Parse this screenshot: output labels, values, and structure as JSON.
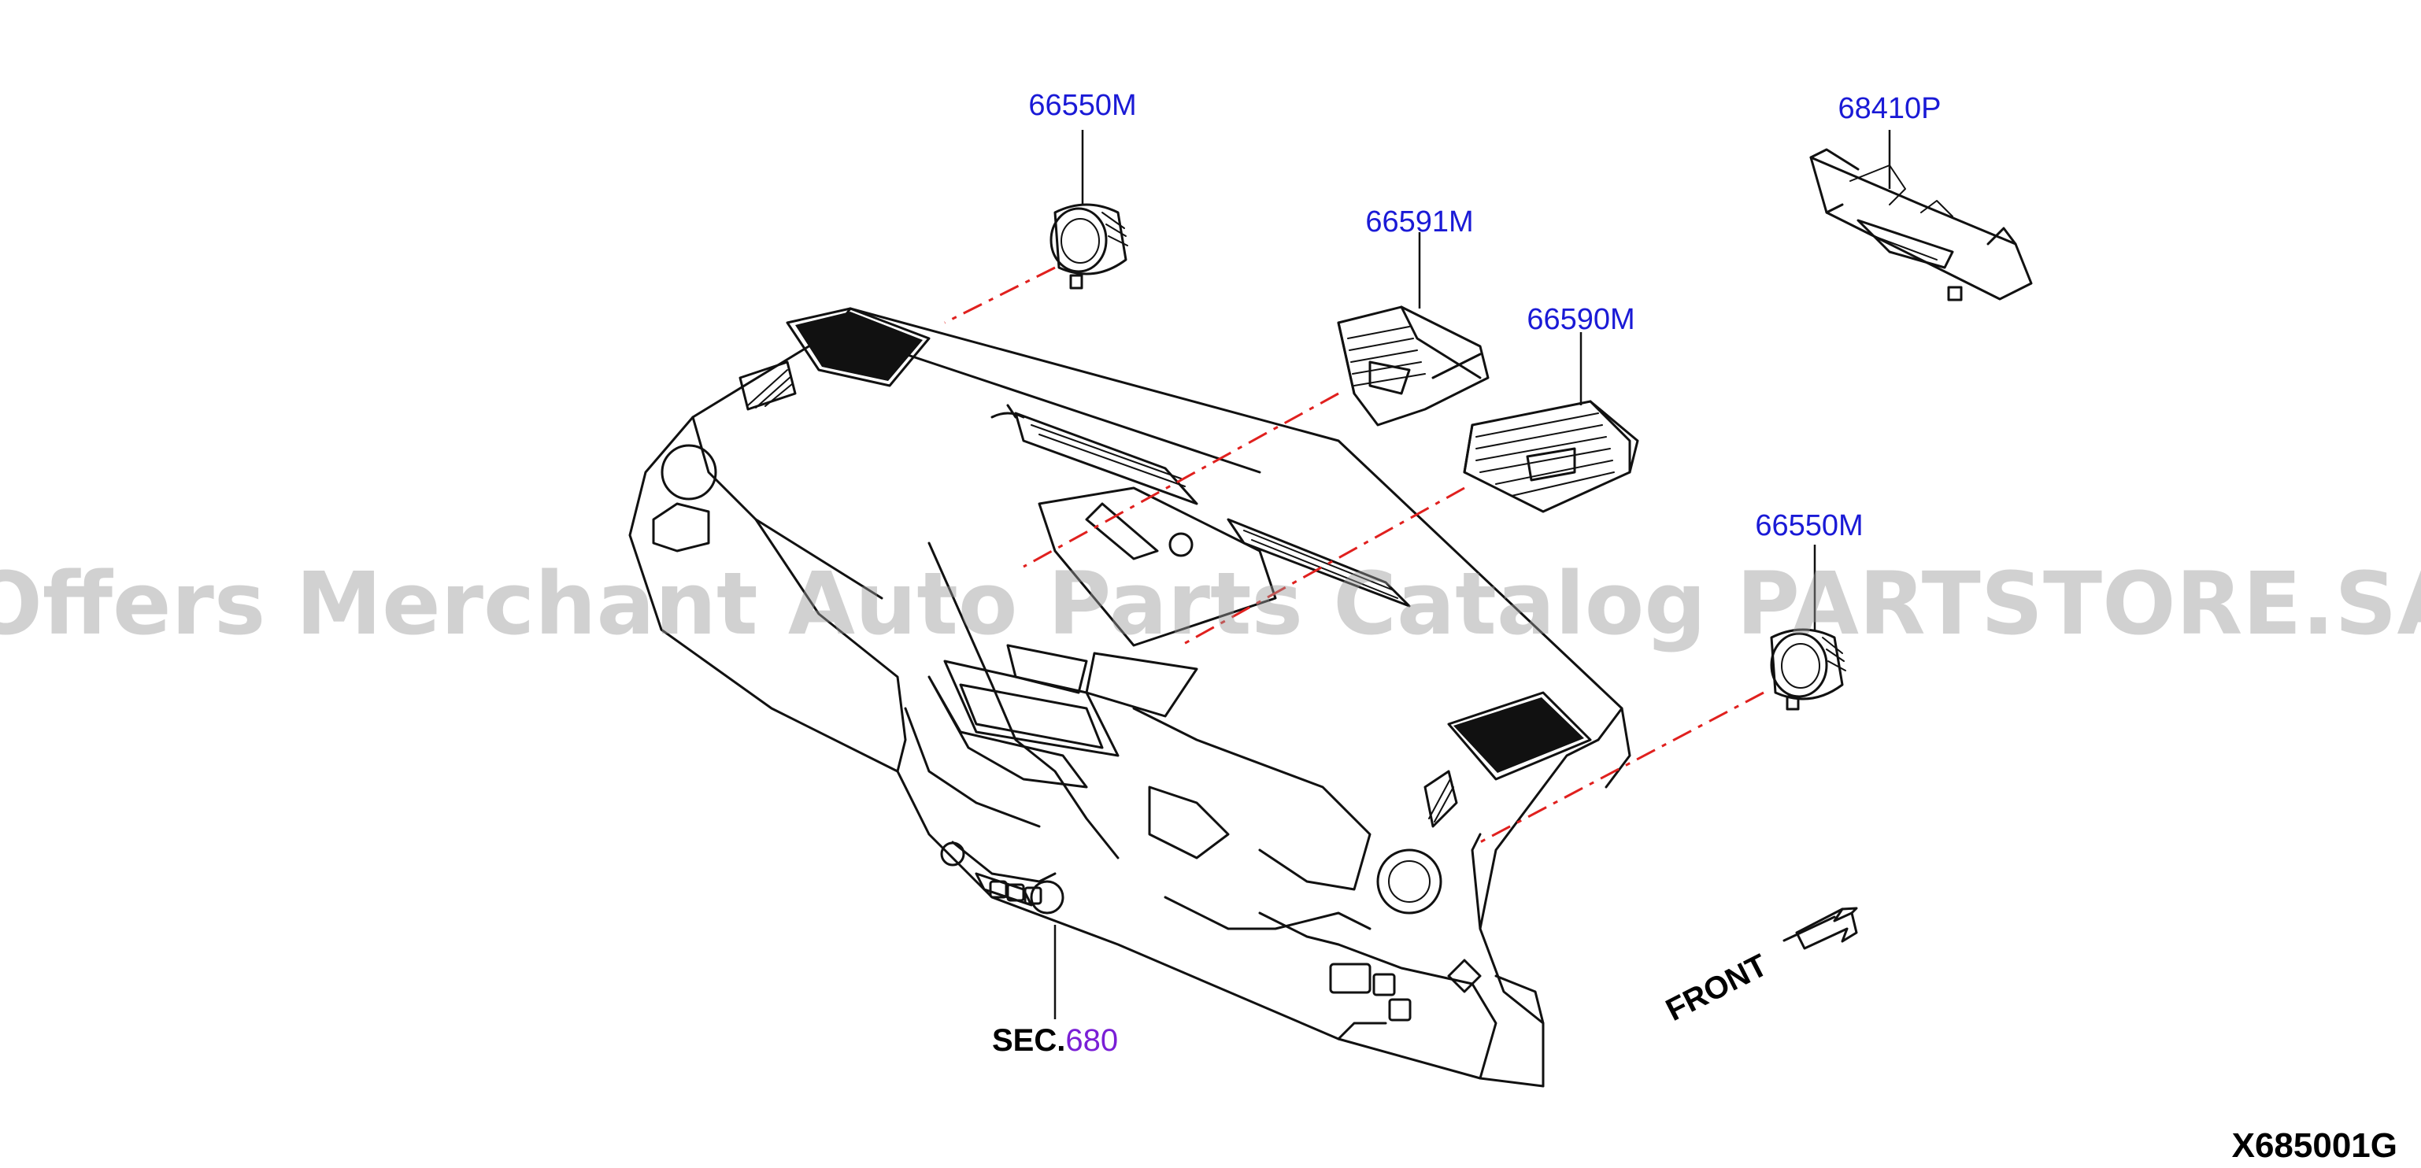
{
  "callouts": {
    "vent_left": "66550M",
    "vent_center_upper": "66591M",
    "vent_center_lower": "66590M",
    "trim_panel": "68410P",
    "vent_right": "66550M"
  },
  "section_ref": {
    "prefix": "SEC.",
    "number": "680"
  },
  "front_label": "FRONT",
  "diagram_code": "X685001G",
  "watermark": "Offers Merchant Auto Parts Catalog PARTSTORE.SA",
  "colors": {
    "callout": "#1a1ad6",
    "section": "#7a1fd6",
    "dash_line": "#e0201e"
  }
}
